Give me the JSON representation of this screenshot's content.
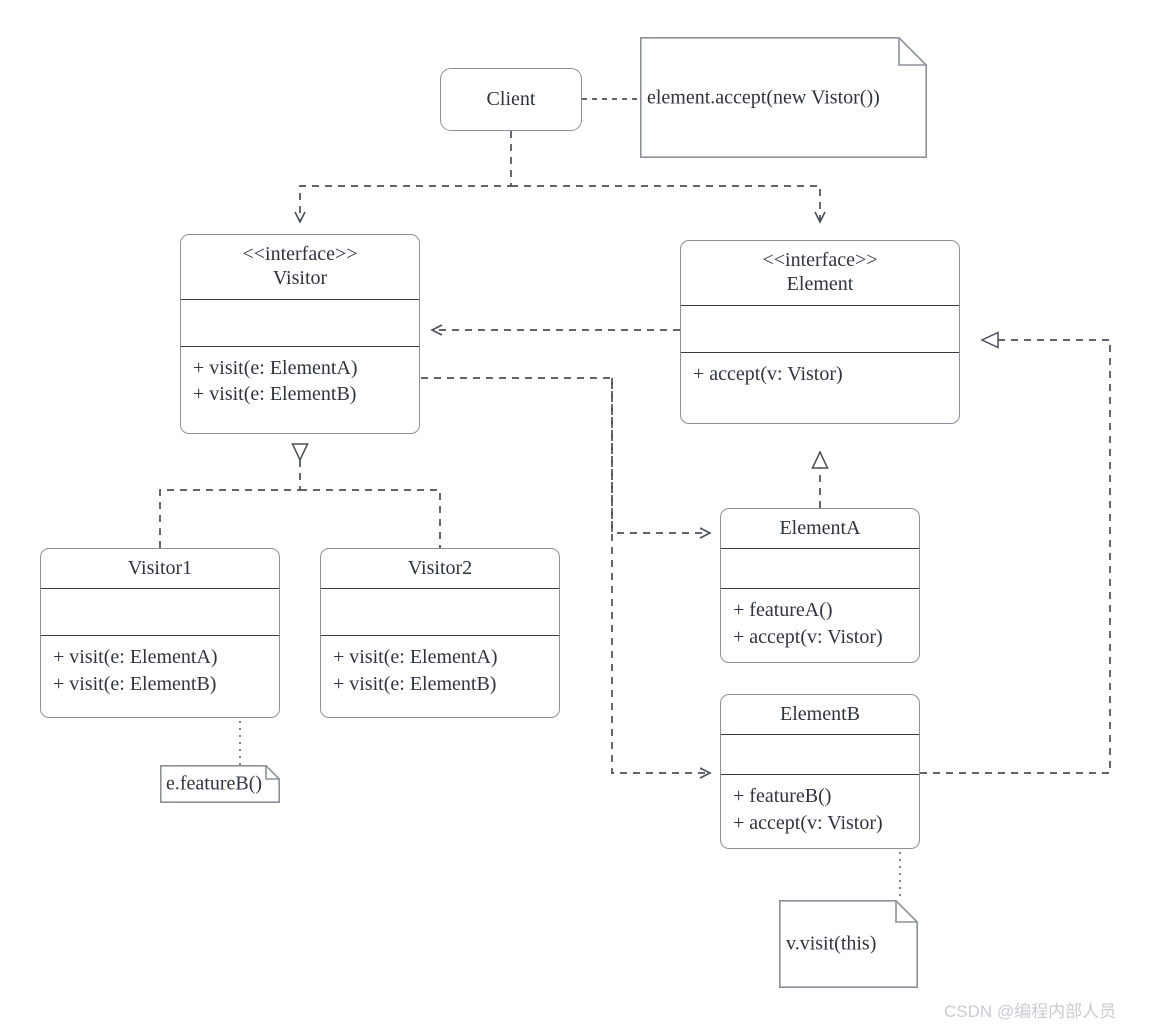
{
  "diagram": {
    "title": "Visitor Pattern UML Class Diagram",
    "colors": {
      "box_border": "#8c919b",
      "divider": "#333842",
      "line": "#4a4f5a",
      "text": "#2e3440",
      "watermark": "#c9ccd1",
      "background": "#ffffff"
    },
    "watermark": "CSDN @编程内部人员",
    "nodes": {
      "client": {
        "label": "Client",
        "kind": "class-rounded"
      },
      "client_note": {
        "text": "element.accept(new Vistor())",
        "kind": "note"
      },
      "visitor": {
        "stereotype": "<<interface>>",
        "name": "Visitor",
        "attributes": "",
        "operations": [
          "+ visit(e: ElementA)",
          "+ visit(e: ElementB)"
        ]
      },
      "element": {
        "stereotype": "<<interface>>",
        "name": "Element",
        "attributes": "",
        "operations": [
          "+ accept(v: Vistor)"
        ]
      },
      "visitor1": {
        "name": "Visitor1",
        "attributes": "",
        "operations": [
          "+ visit(e: ElementA)",
          "+ visit(e: ElementB)"
        ]
      },
      "visitor2": {
        "name": "Visitor2",
        "attributes": "",
        "operations": [
          "+ visit(e: ElementA)",
          "+ visit(e: ElementB)"
        ]
      },
      "elementA": {
        "name": "ElementA",
        "attributes": "",
        "operations": [
          "+ featureA()",
          "+ accept(v: Vistor)"
        ]
      },
      "elementB": {
        "name": "ElementB",
        "attributes": "",
        "operations": [
          "+ featureB()",
          "+ accept(v: Vistor)"
        ]
      },
      "visitor1_note": {
        "text": "e.featureB()",
        "kind": "note"
      },
      "elementB_note": {
        "text": "v.visit(this)",
        "kind": "note"
      }
    },
    "relations": [
      {
        "from": "client",
        "to": "client_note",
        "type": "note-anchor"
      },
      {
        "from": "client",
        "to": "visitor",
        "type": "dependency"
      },
      {
        "from": "client",
        "to": "element",
        "type": "dependency"
      },
      {
        "from": "element",
        "to": "visitor",
        "type": "dependency"
      },
      {
        "from": "visitor",
        "to": "elementA",
        "type": "dependency"
      },
      {
        "from": "visitor",
        "to": "elementB",
        "type": "dependency"
      },
      {
        "from": "visitor1",
        "to": "visitor",
        "type": "realization"
      },
      {
        "from": "visitor2",
        "to": "visitor",
        "type": "realization"
      },
      {
        "from": "elementA",
        "to": "element",
        "type": "realization"
      },
      {
        "from": "elementB",
        "to": "element",
        "type": "realization"
      },
      {
        "from": "visitor1",
        "to": "visitor1_note",
        "type": "note-anchor"
      },
      {
        "from": "elementB",
        "to": "elementB_note",
        "type": "note-anchor"
      }
    ]
  }
}
